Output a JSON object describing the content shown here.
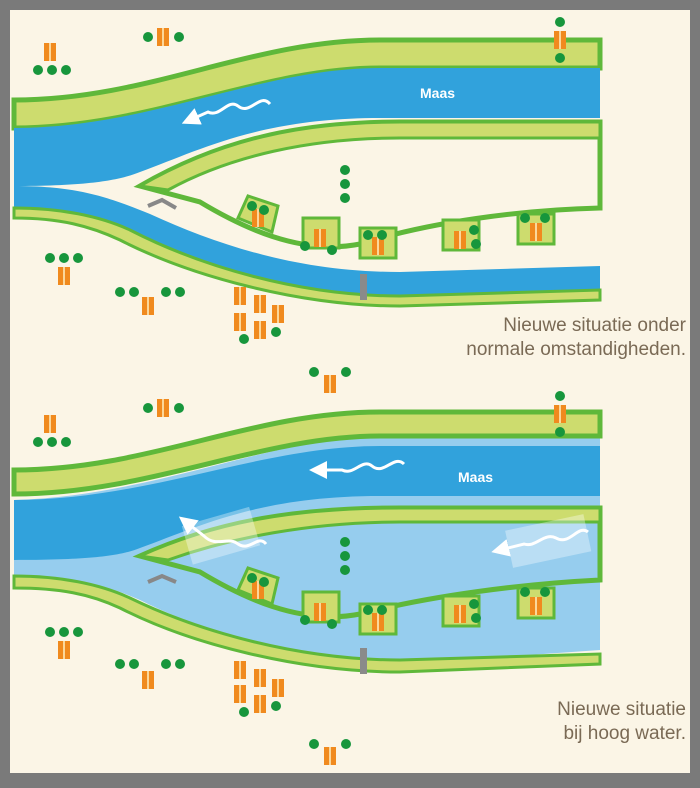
{
  "panels": [
    {
      "id": "normal",
      "river_label": "Maas",
      "caption_line1": "Nieuwe situatie onder",
      "caption_line2": "normale omstandigheden."
    },
    {
      "id": "high-water",
      "river_label": "Maas",
      "caption_line1": "Nieuwe situatie",
      "caption_line2": "bij hoog water."
    }
  ],
  "colors": {
    "background": "#fbf5e6",
    "frame": "#7a7a7a",
    "river": "#31a2dc",
    "flood": "#96cdee",
    "dike_fill": "#cddc6e",
    "dike_edge": "#5fb83a",
    "house": "#f08a1e",
    "tree": "#17963c",
    "caption": "#7a6a55"
  },
  "icons": [
    "house-icon",
    "tree-icon",
    "flow-arrow-icon",
    "bridge-icon",
    "weir-icon"
  ]
}
